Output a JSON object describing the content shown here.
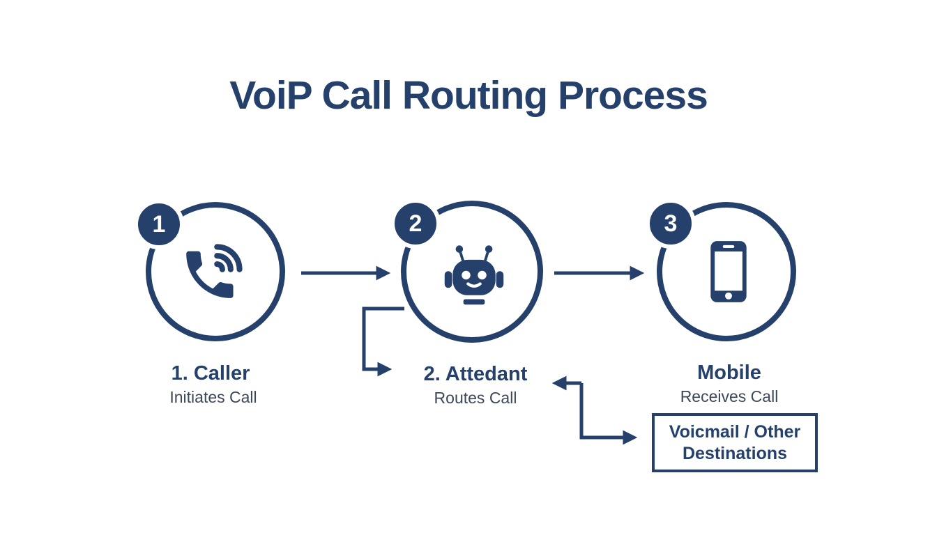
{
  "title": "VoiP Call Routing Process",
  "steps": [
    {
      "badge": "1",
      "icon": "phone-call-icon",
      "title": "1. Caller",
      "subtitle": "Initiates Call"
    },
    {
      "badge": "2",
      "icon": "robot-attendant-icon",
      "title": "2. Attedant",
      "subtitle": "Routes Call"
    },
    {
      "badge": "3",
      "icon": "smartphone-icon",
      "title": "Mobile",
      "subtitle": "Receives Call"
    }
  ],
  "destination_box": {
    "line1": "Voicmail / Other",
    "line2": "Destinations"
  },
  "colors": {
    "primary_navy": "#24406b",
    "secondary_text": "#3b4858",
    "background": "#ffffff"
  }
}
